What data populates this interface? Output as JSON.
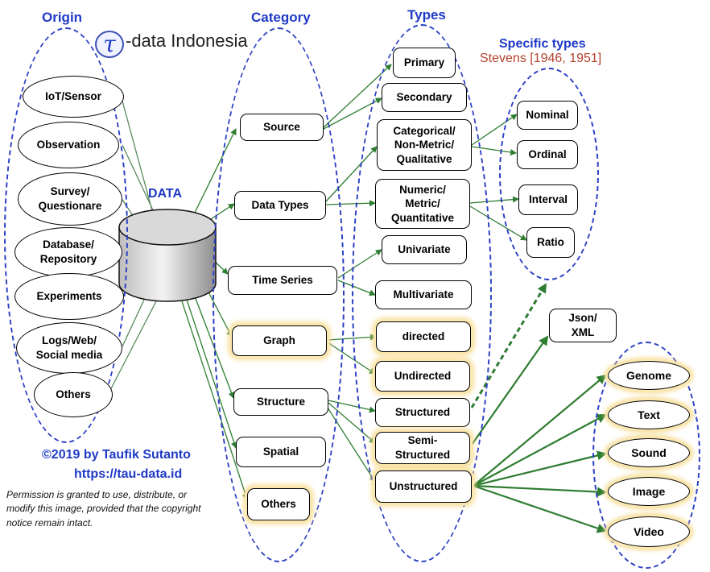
{
  "headers": {
    "origin": "Origin",
    "category": "Category",
    "types": "Types",
    "specific": "Specific types",
    "stevens": "Stevens [1946, 1951]"
  },
  "logo": {
    "symbol": "τ",
    "name": "-data Indonesia"
  },
  "center": {
    "label": "DATA"
  },
  "origin": [
    "IoT/Sensor",
    "Observation",
    "Survey/\nQuestionare",
    "Database/\nRepository",
    "Experiments",
    "Logs/Web/\nSocial media",
    "Others"
  ],
  "category": [
    "Source",
    "Data Types",
    "Time Series",
    "Graph",
    "Structure",
    "Spatial",
    "Others"
  ],
  "types": [
    "Primary",
    "Secondary",
    "Categorical/\nNon-Metric/\nQualitative",
    "Numeric/\nMetric/\nQuantitative",
    "Univariate",
    "Multivariate",
    "directed",
    "Undirected",
    "Structured",
    "Semi-\nStructured",
    "Unstructured"
  ],
  "specific": [
    "Nominal",
    "Ordinal",
    "Interval",
    "Ratio"
  ],
  "json_xml": "Json/\nXML",
  "unstructured_kinds": [
    "Genome",
    "Text",
    "Sound",
    "Image",
    "Video"
  ],
  "footer": {
    "copyright": "©2019 by Taufik Sutanto",
    "url": "https://tau-data.id",
    "permission": "Permission is granted to use, distribute, or\nmodify this image, provided that the copyright\nnotice remain intact."
  },
  "colors": {
    "arrow": "#2e7d32",
    "dashed": "#2b3fc4",
    "header": "#1f3ac7",
    "stevens": "#b5412c",
    "glow": "#f7d98a"
  }
}
